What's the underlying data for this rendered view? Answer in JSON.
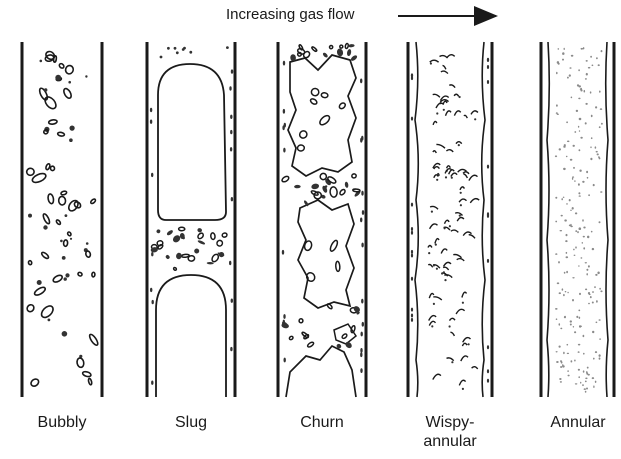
{
  "header": {
    "text": "Increasing gas flow"
  },
  "regimes": [
    {
      "id": "bubbly",
      "label": "Bubbly"
    },
    {
      "id": "slug",
      "label": "Slug"
    },
    {
      "id": "churn",
      "label": "Churn"
    },
    {
      "id": "wispy-annular",
      "label": "Wispy-\nannular"
    },
    {
      "id": "annular",
      "label": "Annular"
    }
  ],
  "colors": {
    "ink": "#1a1a1a",
    "dots": "#333333",
    "mist": "#8a8a8a"
  }
}
